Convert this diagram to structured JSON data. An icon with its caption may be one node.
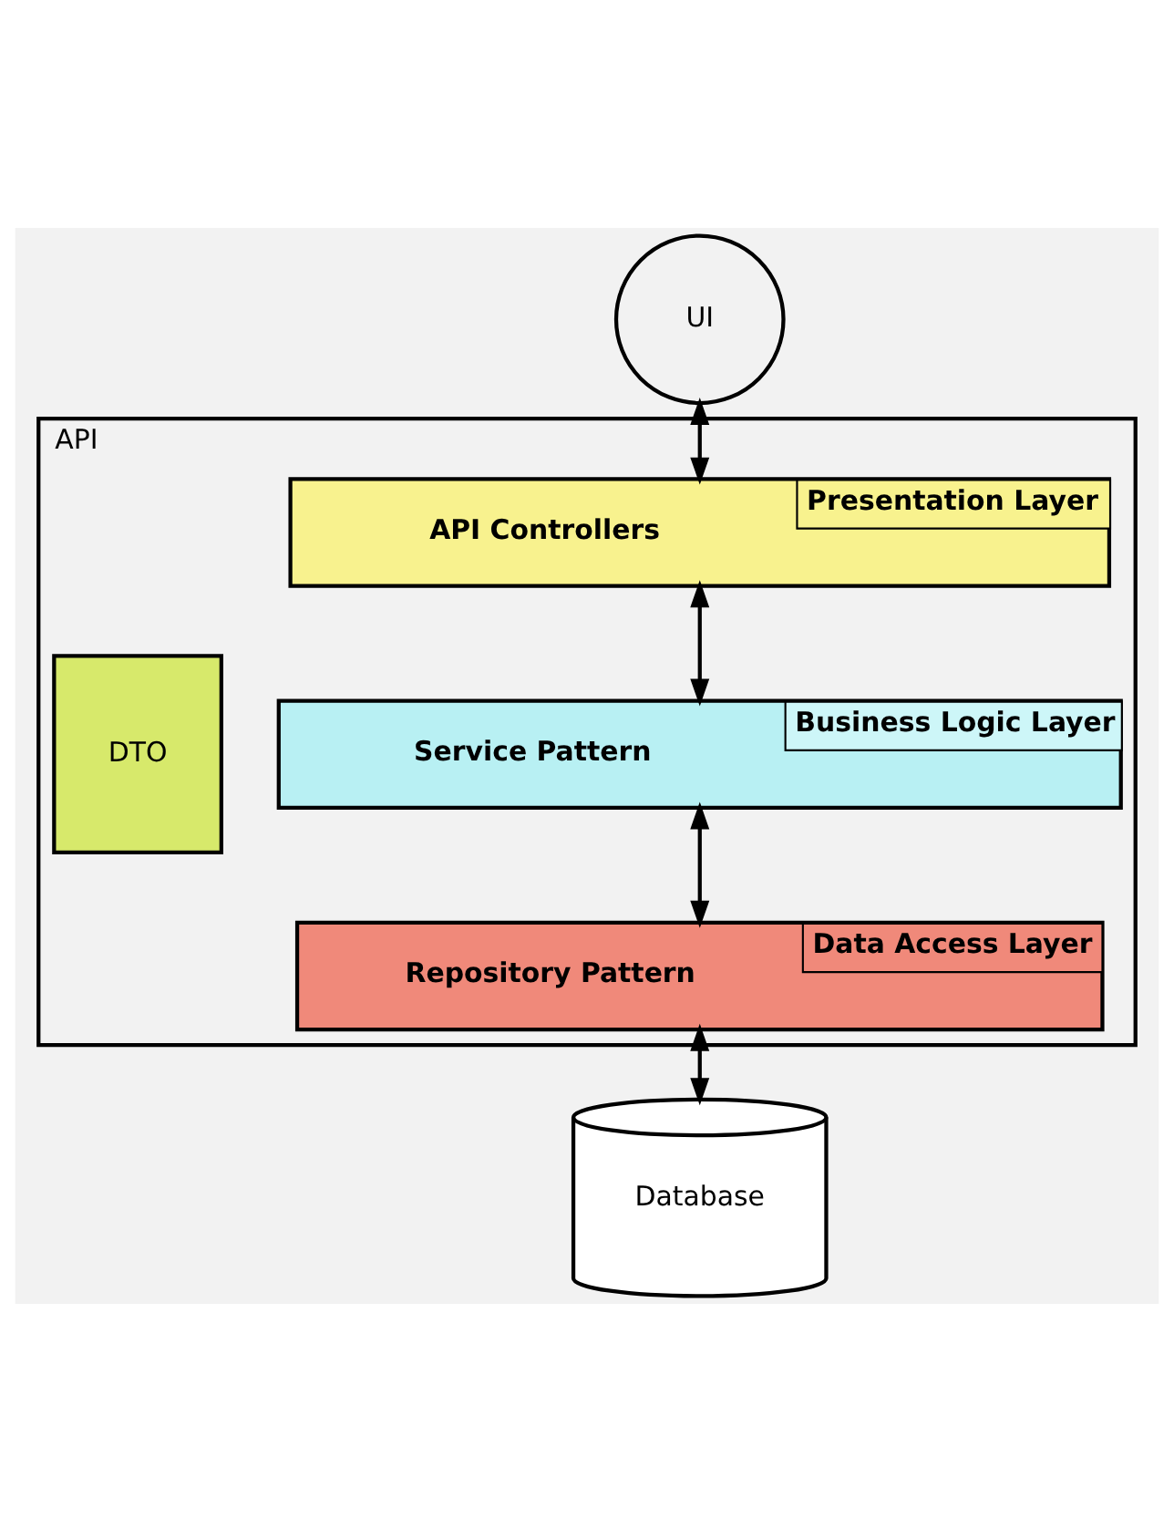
{
  "diagram": {
    "nodes": [
      {
        "text": [
          "UI"
        ]
      },
      {
        "text": [
          "API"
        ]
      },
      {
        "text": [
          "API Controllers",
          "Presentation Layer"
        ],
        "in": 1
      },
      {
        "text": [
          "DTO"
        ],
        "in": 1
      },
      {
        "text": [
          "Service Pattern",
          "Business Logic Layer"
        ],
        "in": 1
      },
      {
        "text": [
          "Repository Pattern",
          "Data Access Layer"
        ],
        "in": 1
      },
      {
        "text": [
          "Database"
        ]
      }
    ],
    "edges": [
      {
        "from": 0,
        "to": 2,
        "arrow": "both"
      },
      {
        "from": 2,
        "to": 4,
        "arrow": "both"
      },
      {
        "from": 4,
        "to": 5,
        "arrow": "both"
      },
      {
        "from": 5,
        "to": 6,
        "arrow": "both"
      }
    ]
  }
}
